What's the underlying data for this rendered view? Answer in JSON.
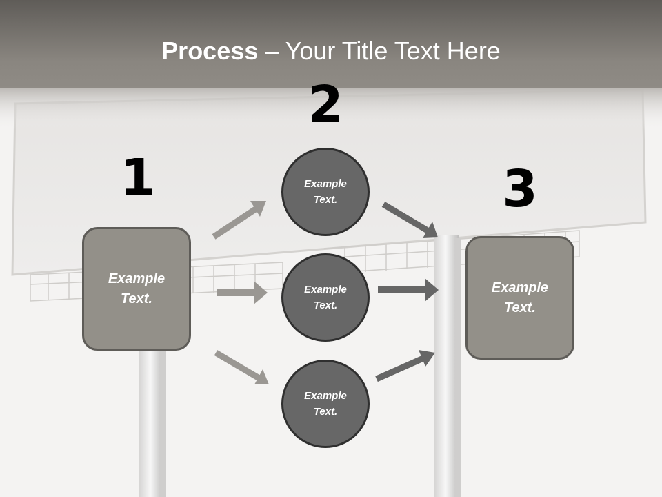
{
  "title": {
    "bold": "Process",
    "rest": " – Your Title Text Here"
  },
  "steps": {
    "one": "1",
    "two": "2",
    "three": "3"
  },
  "boxes": {
    "left": "Example Text.",
    "right": "Example Text."
  },
  "circles": {
    "top": "Example Text.",
    "middle": "Example Text.",
    "bottom": "Example Text."
  },
  "colors": {
    "header": "#5e5b57",
    "box_fill": "#939089",
    "circle_fill": "#676767",
    "arrow_light": "#9a9793",
    "arrow_dark": "#666666"
  }
}
